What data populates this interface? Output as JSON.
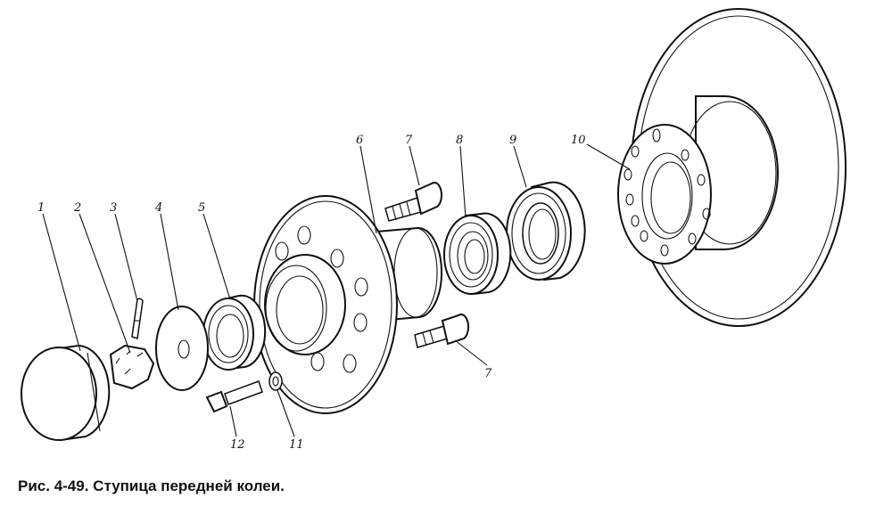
{
  "caption": "Рис. 4-49. Ступица передней колеи.",
  "callouts": {
    "c1": "1",
    "c2": "2",
    "c3": "3",
    "c4": "4",
    "c5": "5",
    "c6": "6",
    "c7a": "7",
    "c7b": "7",
    "c8": "8",
    "c9": "9",
    "c10": "10",
    "c11": "11",
    "c12": "12"
  }
}
